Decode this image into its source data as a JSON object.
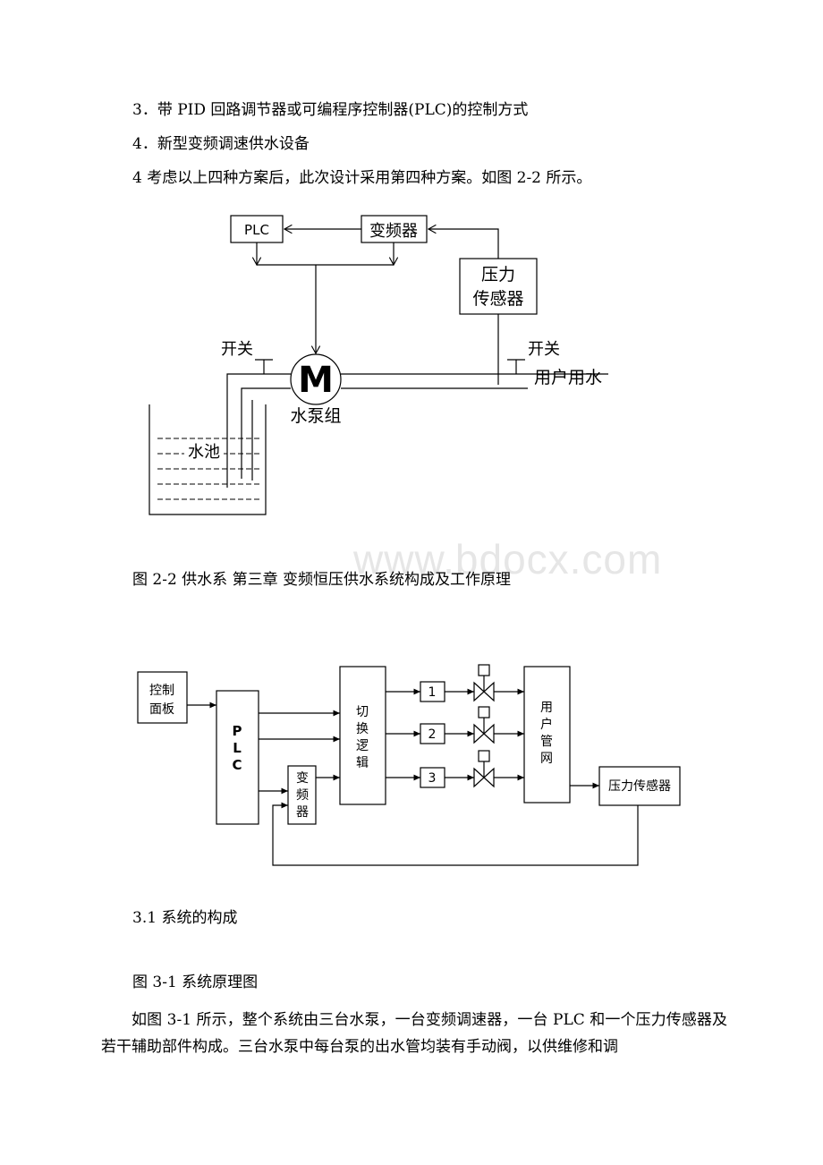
{
  "paragraphs": {
    "item3": "3．带 PID 回路调节器或可编程序控制器(PLC)的控制方式",
    "item4": "4．新型变频调速供水设备",
    "item5": "4 考虑以上四种方案后，此次设计采用第四种方案。如图 2-2 所示。"
  },
  "figure1": {
    "plc": "PLC",
    "inverter": "变频器",
    "sensor_line1": "压力",
    "sensor_line2": "传感器",
    "switch_left": "开关",
    "switch_right": "开关",
    "motor": "M",
    "user_water": "用户用水",
    "pump_group": "水泵组",
    "pool": "水池",
    "caption": "图 2-2 供水系 第三章 变频恒压供水系统构成及工作原理"
  },
  "watermark": "www.bdocx.com",
  "figure2": {
    "control_panel_line1": "控制",
    "control_panel_line2": "面板",
    "plc_letters": [
      "P",
      "L",
      "C"
    ],
    "inverter_chars": [
      "变",
      "频",
      "器"
    ],
    "switch_logic_chars": [
      "切",
      "换",
      "逻",
      "辑"
    ],
    "pumps": [
      "1",
      "2",
      "3"
    ],
    "user_network_chars": [
      "用",
      "户",
      "管",
      "网"
    ],
    "pressure_sensor": "压力传感器"
  },
  "section": "3.1 系统的构成",
  "figure2_caption": "图 3-1 系统原理图",
  "body": "如图 3-1 所示，整个系统由三台水泵，一台变频调速器，一台 PLC 和一个压力传感器及若干辅助部件构成。三台水泵中每台泵的出水管均装有手动阀，以供维修和调"
}
